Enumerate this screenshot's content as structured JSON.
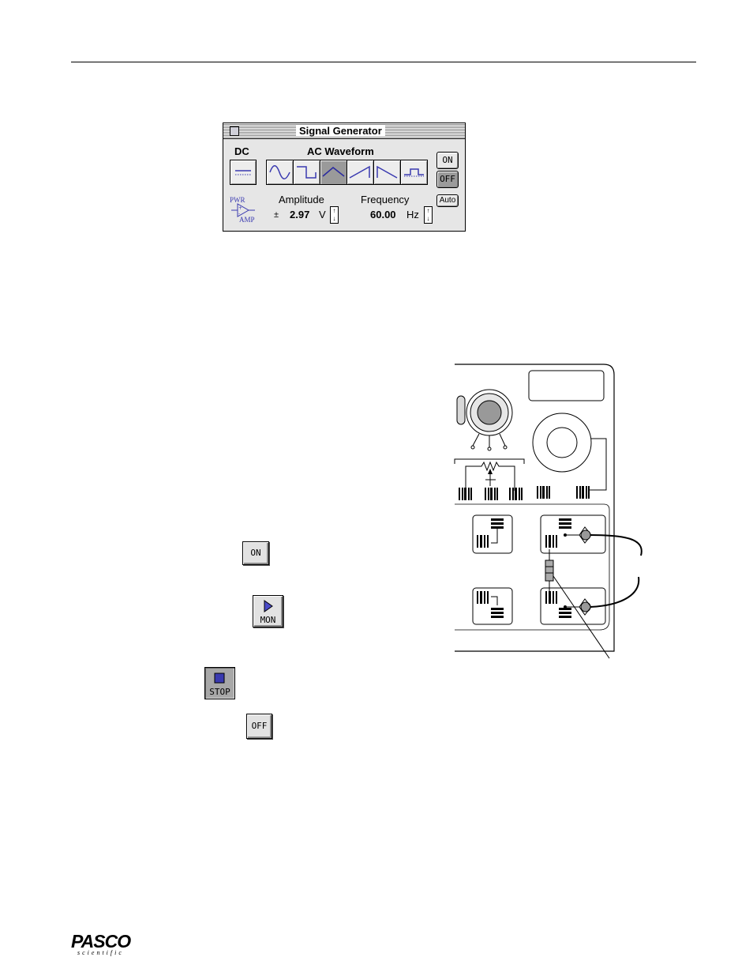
{
  "signal_generator": {
    "title": "Signal Generator",
    "dc_label": "DC",
    "ac_label": "AC Waveform",
    "waveforms": [
      "sine",
      "square",
      "triangle",
      "ramp-up",
      "ramp-down",
      "positive-square"
    ],
    "selected_waveform": "triangle",
    "on_label": "ON",
    "off_label": "OFF",
    "auto_label": "Auto",
    "pwr_label": "PWR",
    "amp_label": "AMP",
    "amplitude_label": "Amplitude",
    "amplitude_sign": "±",
    "amplitude_value": "2.97",
    "amplitude_unit": "V",
    "frequency_label": "Frequency",
    "frequency_value": "60.00",
    "frequency_unit": "Hz"
  },
  "buttons": {
    "on_label": "ON",
    "mon_label": "MON",
    "stop_label": "STOP",
    "off_label": "OFF"
  },
  "logo": {
    "main": "PASCO",
    "sub": "scientific"
  },
  "colors": {
    "accent_blue": "#3a3ab0",
    "selected_gray": "#9a9a9a"
  }
}
